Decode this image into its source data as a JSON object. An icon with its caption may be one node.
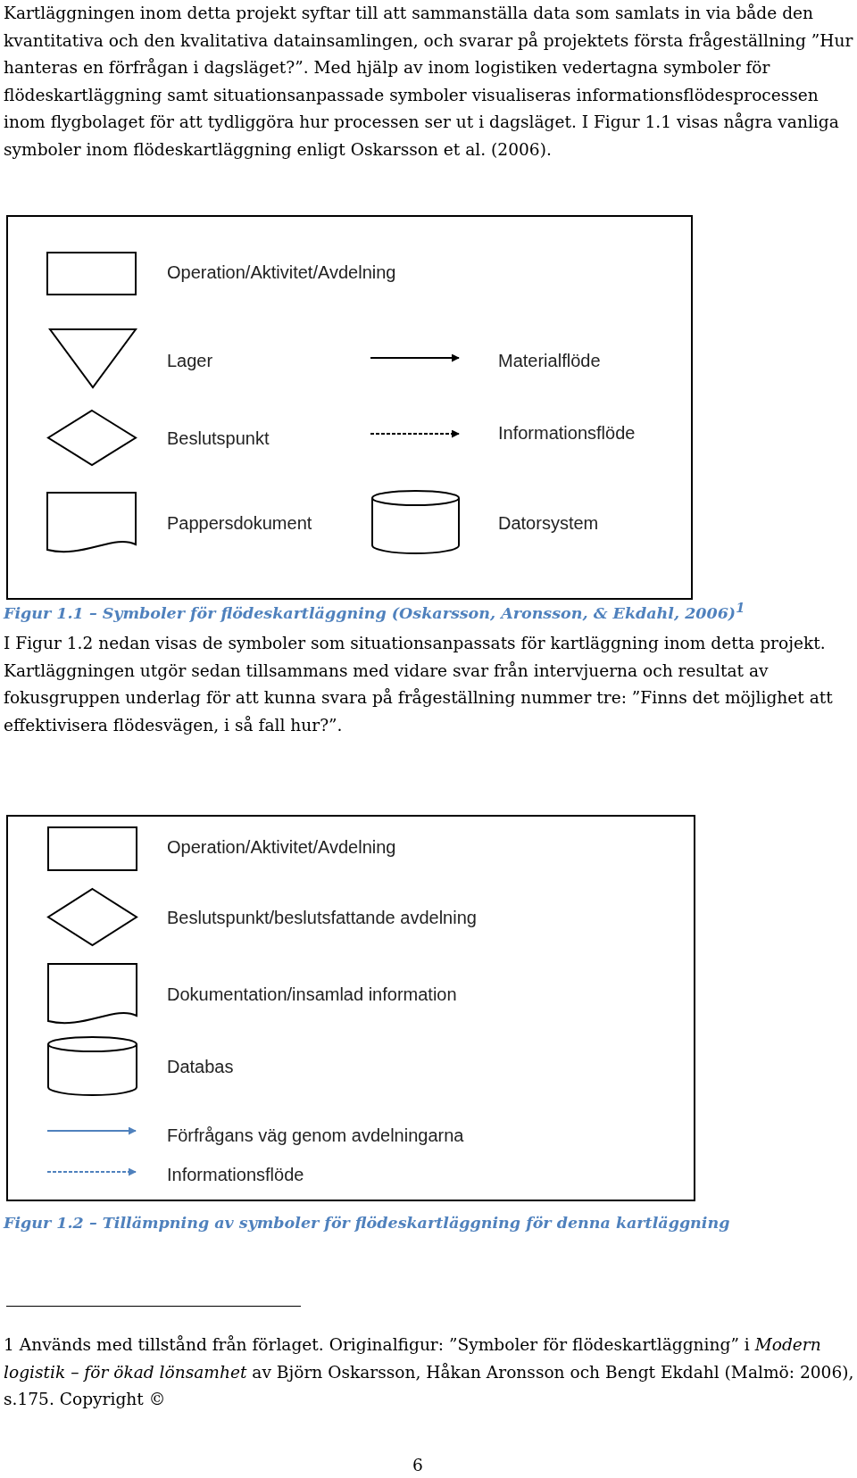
{
  "diagram": {
    "nodes": [
      {
        "text": [],
        "shape": "box"
      },
      {
        "text": [],
        "shape": "box",
        "in": 0,
        "beside": [
          "Operation/Aktivitet/Avdelning"
        ]
      },
      {
        "text": [],
        "shape": "triangle",
        "in": 0,
        "beside": [
          "Lager"
        ]
      },
      {
        "text": [],
        "shape": "diamond",
        "in": 0,
        "beside": [
          "Beslutspunkt"
        ]
      },
      {
        "text": [],
        "shape": "document",
        "in": 0,
        "beside": [
          "Pappersdokument"
        ]
      },
      {
        "text": [],
        "shape": "cylinder",
        "in": 0,
        "beside": [
          "Datorsystem"
        ]
      },
      {
        "text": [],
        "shape": "box"
      },
      {
        "text": [],
        "shape": "box",
        "in": 6,
        "beside": [
          "Operation/Aktivitet/Avdelning"
        ]
      },
      {
        "text": [],
        "shape": "diamond",
        "in": 6,
        "beside": [
          "Beslutspunkt/beslutsfattande avdelning"
        ]
      },
      {
        "text": [],
        "shape": "document",
        "in": 6,
        "beside": [
          "Dokumentation/insamlad information"
        ]
      },
      {
        "text": [],
        "shape": "cylinder",
        "in": 6,
        "beside": [
          "Databas"
        ]
      }
    ],
    "edges": [],
    "labels": [
      "Kartläggningen inom detta projekt syftar till att sammanställa data som samlats in via både den kvantitativa och den kvalitativa datainsamlingen, och svarar på projektets första frågeställning ”Hur hanteras en förfrågan i dagsläget?”. Med hjälp av inom logistiken vedertagna symboler för flödeskartläggning samt situationsanpassade symboler visualiseras informationsflödesprocessen inom flygbolaget för att tydliggöra hur processen ser ut i dagsläget. I Figur 1.1 visas några vanliga symboler inom flödeskartläggning enligt Oskarsson et al. (2006).",
      "Figur 1.1 – Symboler för flödeskartläggning (Oskarsson, Aronsson, & Ekdahl, 2006)$^{1}$",
      "I Figur 1.2 nedan visas de symboler som situationsanpassats för kartläggning inom detta projekt. Kartläggningen utgör sedan tillsammans med vidare svar från intervjuerna och resultat av fokusgruppen underlag för att kunna svara på frågeställning nummer tre: ”Finns det möjlighet att effektivisera flödesvägen, i så fall hur?”.",
      "Figur 1.2 – Tillämpning av symboler för flödeskartläggning för denna kartläggning",
      "1 Används med tillstånd från förlaget. Originalfigur: ”Symboler för flödeskartläggning” i *Modern logistik – för ökad lönsamhet* av Björn Oskarsson, Håkan Aronsson och Bengt Ekdahl (Malmö: 2006), s.175. Copyright ©",
      "6"
    ],
    "legend": [
      {
        "text": "Materialflöde"
      },
      {
        "text": "Informationsflöde"
      },
      {
        "text": "Förfrågans väg genom avdelningarna"
      },
      {
        "text": "Informationsflöde"
      }
    ]
  }
}
